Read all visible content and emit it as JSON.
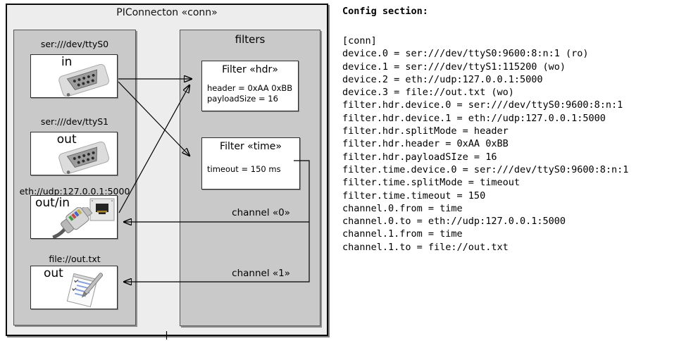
{
  "diagram": {
    "title": "PIConnecton «conn»",
    "devices_panel": {
      "devices": [
        {
          "label": "ser:///dev/ttyS0",
          "port": "in",
          "icon": "serial-connector-icon"
        },
        {
          "label": "ser:///dev/ttyS1",
          "port": "out",
          "icon": "serial-connector-icon"
        },
        {
          "label": "eth://udp:127.0.0.1:5000",
          "port": "out/in",
          "icon": "ethernet-connector-icon"
        },
        {
          "label": "file://out.txt",
          "port": "out",
          "icon": "notepad-icon"
        }
      ]
    },
    "filters_panel": {
      "title": "filters",
      "filters": [
        {
          "title": "Filter «hdr»",
          "properties": [
            "header = 0xAA 0xBB",
            "payloadSize = 16"
          ]
        },
        {
          "title": "Filter «time»",
          "properties": [
            "timeout = 150 ms"
          ]
        }
      ]
    },
    "channels": [
      {
        "label": "channel «0»"
      },
      {
        "label": "channel «1»"
      }
    ]
  },
  "config": {
    "heading": "Config section:",
    "lines": [
      "[conn]",
      "device.0 = ser:///dev/ttyS0:9600:8:n:1 (ro)",
      "device.1 = ser:///dev/ttyS1:115200 (wo)",
      "device.2 = eth://udp:127.0.0.1:5000",
      "device.3 = file://out.txt (wo)",
      "filter.hdr.device.0 = ser:///dev/ttyS0:9600:8:n:1",
      "filter.hdr.device.1 = eth://udp:127.0.0.1:5000",
      "filter.hdr.splitMode = header",
      "filter.hdr.header = 0xAA 0xBB",
      "filter.hdr.payloadSIze = 16",
      "filter.time.device.0 = ser:///dev/ttyS0:9600:8:n:1",
      "filter.time.splitMode = timeout",
      "filter.time.timeout = 150",
      "channel.0.from = time",
      "channel.0.to = eth://udp:127.0.0.1:5000",
      "channel.1.from = time",
      "channel.1.to = file://out.txt"
    ]
  },
  "colors": {
    "frame_background": "#ededed",
    "panel_background": "#c9c9c9",
    "box_background": "#ffffff",
    "connector_color": "#000000",
    "text_color": "#000000"
  }
}
